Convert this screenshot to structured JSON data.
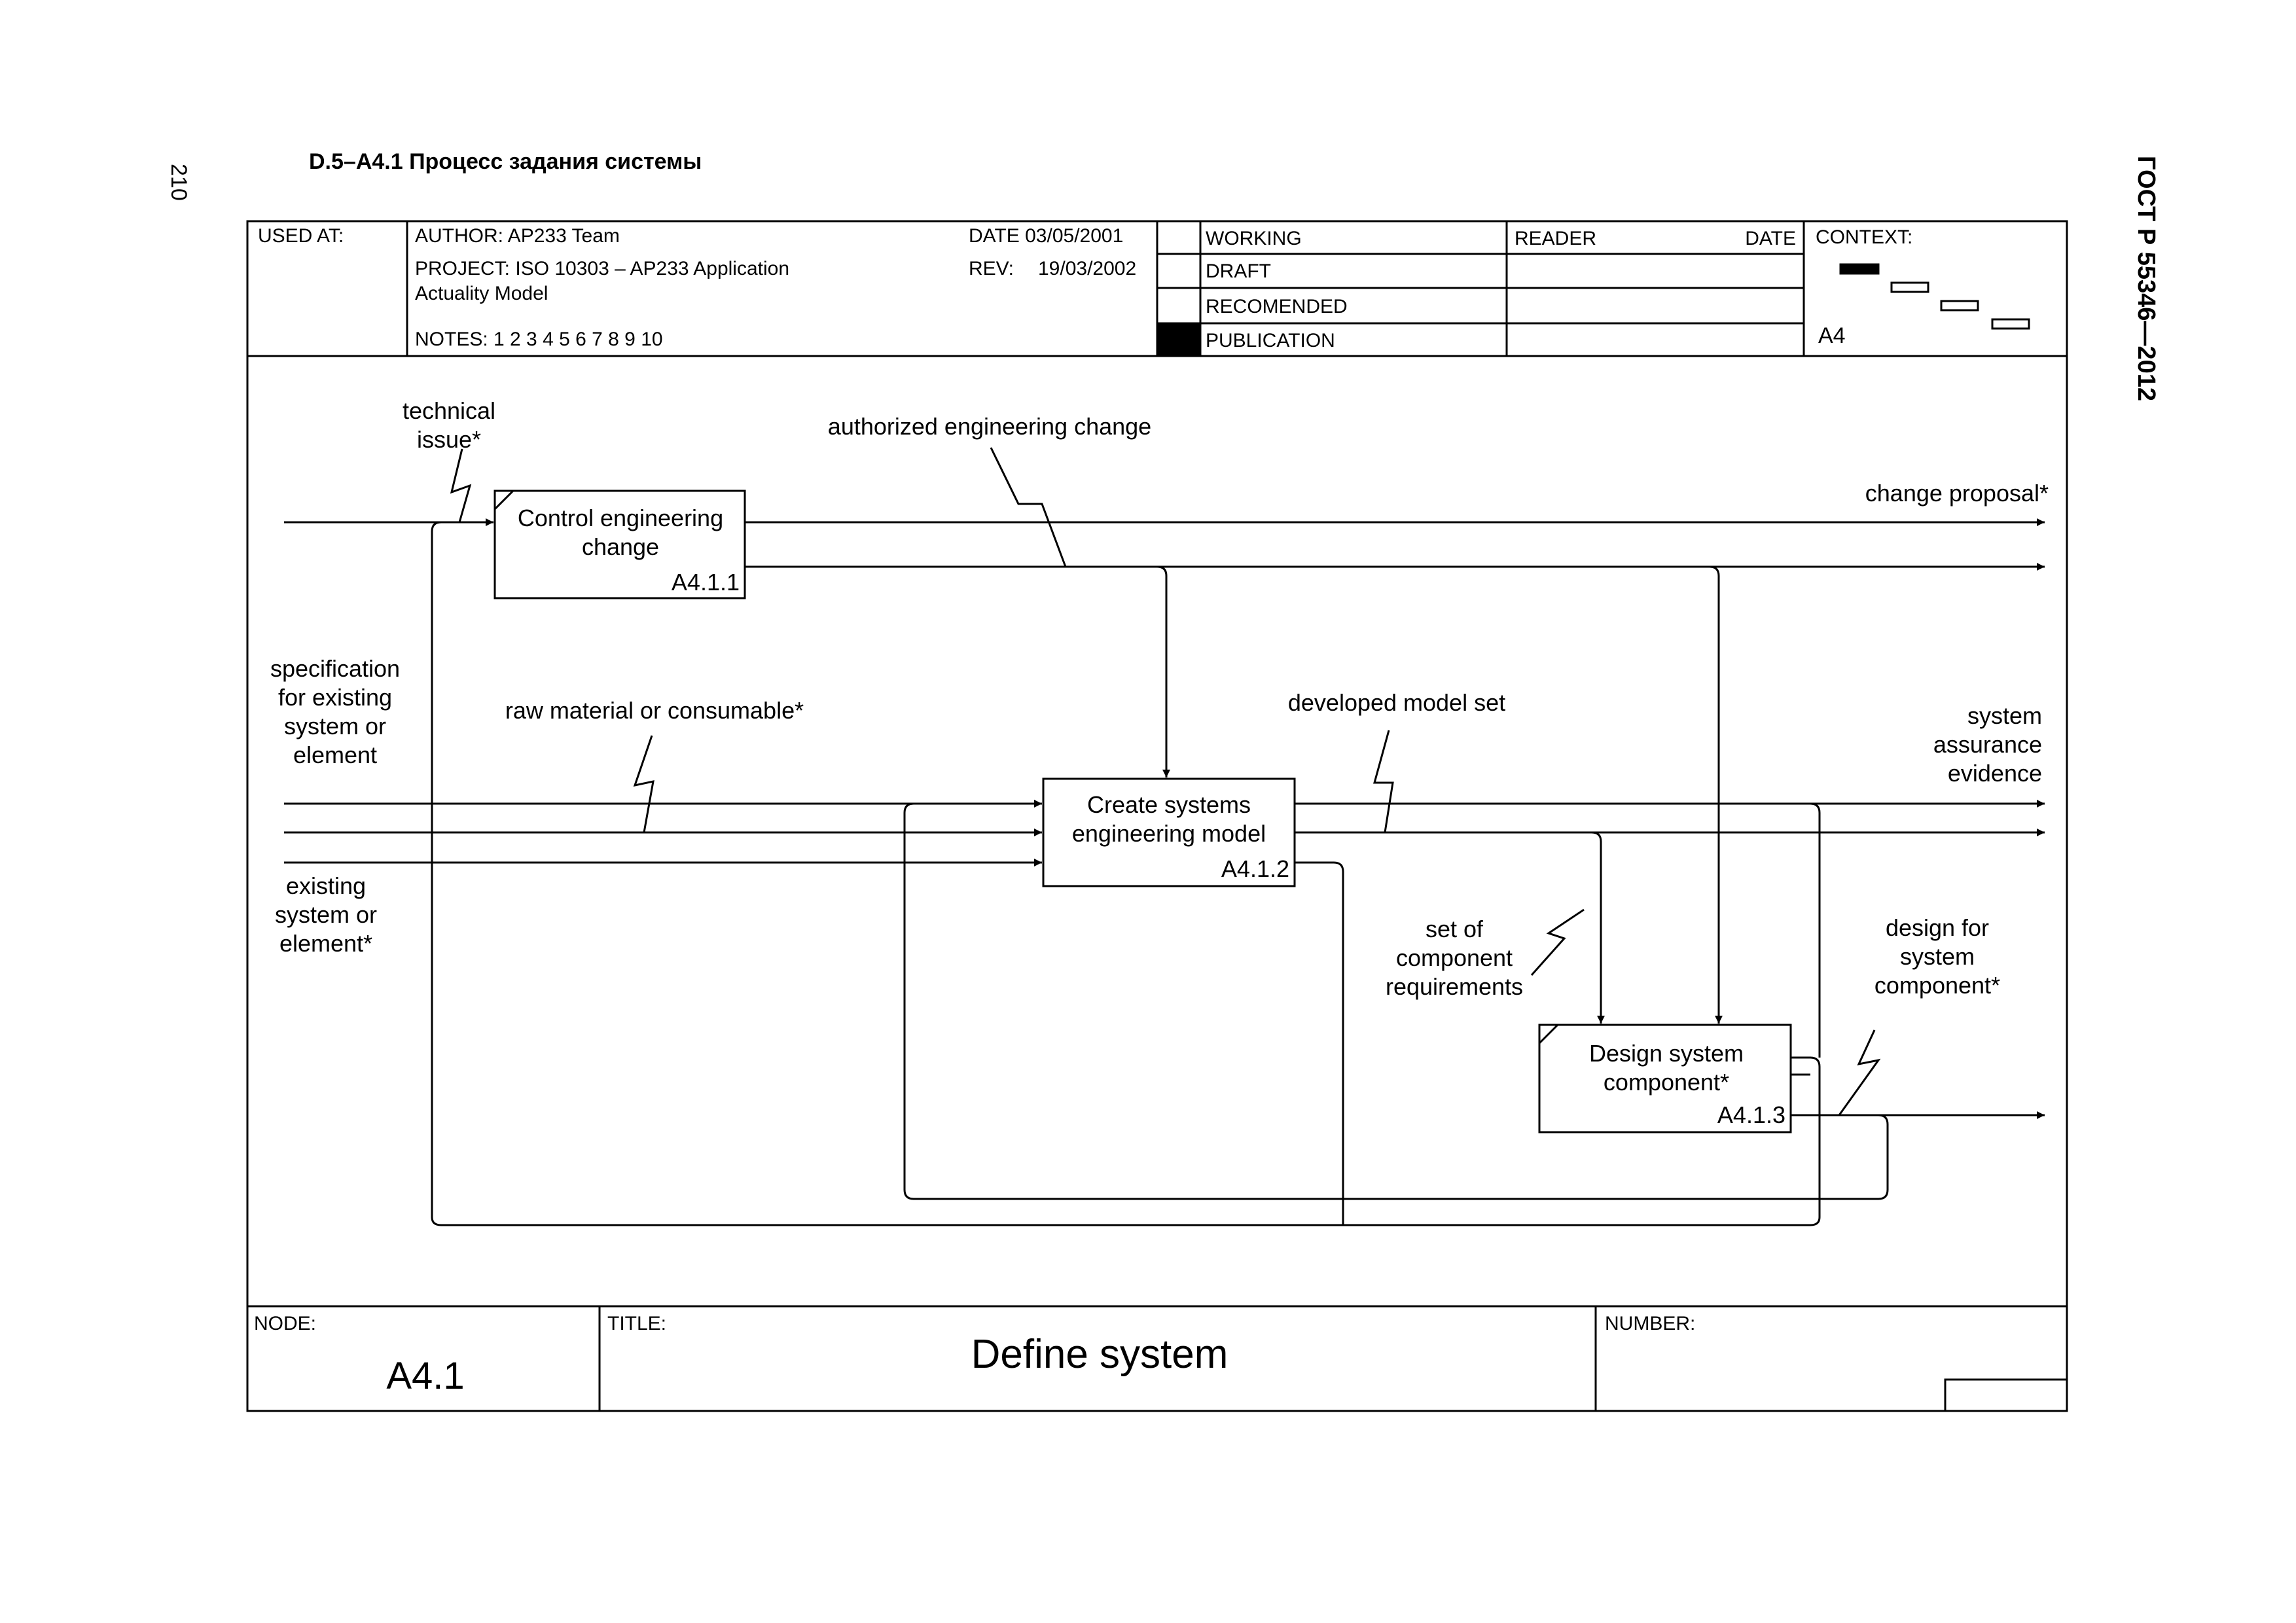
{
  "page": {
    "page_number": "210",
    "standard": "ГОСТ Р 55346—2012",
    "heading": "D.5–A4.1 Процесс задания системы"
  },
  "header": {
    "used_at": "USED AT:",
    "author": "AUTHOR:  AP233 Team",
    "project_line1": "PROJECT:  ISO 10303 – AP233 Application",
    "project_line2": "Actuality Model",
    "notes": "NOTES:  1  2  3  4  5  6  7  8  9  10",
    "date": "DATE 03/05/2001",
    "rev_label": "REV:",
    "rev_value": "19/03/2002",
    "status": [
      "WORKING",
      "DRAFT",
      "RECOMENDED",
      "PUBLICATION"
    ],
    "reader": "READER",
    "reader_date": "DATE",
    "context": "CONTEXT:",
    "context_node": "A4"
  },
  "diagram": {
    "boxes": [
      {
        "id": "A4.1.1",
        "line1": "Control engineering",
        "line2": "change"
      },
      {
        "id": "A4.1.2",
        "line1": "Create systems",
        "line2": "engineering model"
      },
      {
        "id": "A4.1.3",
        "line1": "Design system",
        "line2": "component*"
      }
    ],
    "arrow_labels": {
      "technical_issue": [
        "technical",
        "issue*"
      ],
      "authorized_change": [
        "authorized engineering change"
      ],
      "change_proposal": [
        "change proposal*"
      ],
      "specification": [
        "specification",
        "for existing",
        "system or",
        "element"
      ],
      "raw_material": [
        "raw material or consumable*"
      ],
      "developed_model": [
        "developed model set"
      ],
      "assurance": [
        "system",
        "assurance",
        "evidence"
      ],
      "existing_system": [
        "existing",
        "system or",
        "element*"
      ],
      "component_requirements": [
        "set of",
        "component",
        "requirements"
      ],
      "design_component": [
        "design for",
        "system",
        "component*"
      ]
    }
  },
  "footer": {
    "node_label": "NODE:",
    "node_value": "A4.1",
    "title_label": "TITLE:",
    "title_value": "Define system",
    "number_label": "NUMBER:"
  }
}
